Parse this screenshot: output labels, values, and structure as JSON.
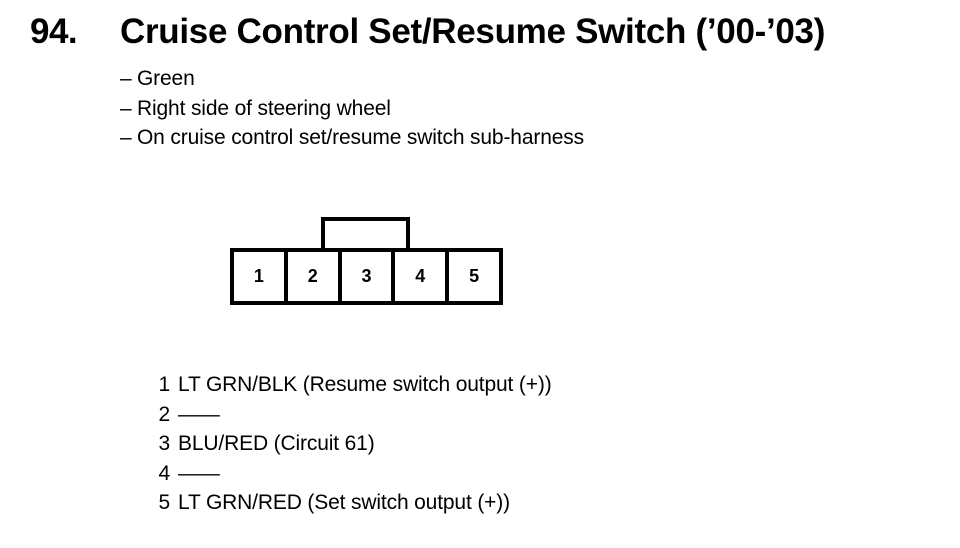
{
  "page": {
    "background_color": "#ffffff",
    "ink_color": "#000000"
  },
  "header": {
    "number": "94.",
    "title": "Cruise Control Set/Resume Switch (’00-’03)"
  },
  "details": {
    "bullet_marker": "–",
    "items": [
      "Green",
      "Right side of steering wheel",
      "On cruise control set/resume switch sub-harness"
    ]
  },
  "connector": {
    "name": "5-pin connector face view",
    "pin_count": 5,
    "has_locking_tab": true,
    "tab_position": "top-center",
    "pins": [
      {
        "number": "1"
      },
      {
        "number": "2"
      },
      {
        "number": "3"
      },
      {
        "number": "4"
      },
      {
        "number": "5"
      }
    ]
  },
  "pinout": {
    "rows": [
      {
        "pin": "1",
        "description": "LT GRN/BLK (Resume switch output (+))"
      },
      {
        "pin": "2",
        "description": "——"
      },
      {
        "pin": "3",
        "description": "BLU/RED (Circuit 61)"
      },
      {
        "pin": "4",
        "description": "——"
      },
      {
        "pin": "5",
        "description": "LT GRN/RED (Set switch output (+))"
      }
    ]
  }
}
